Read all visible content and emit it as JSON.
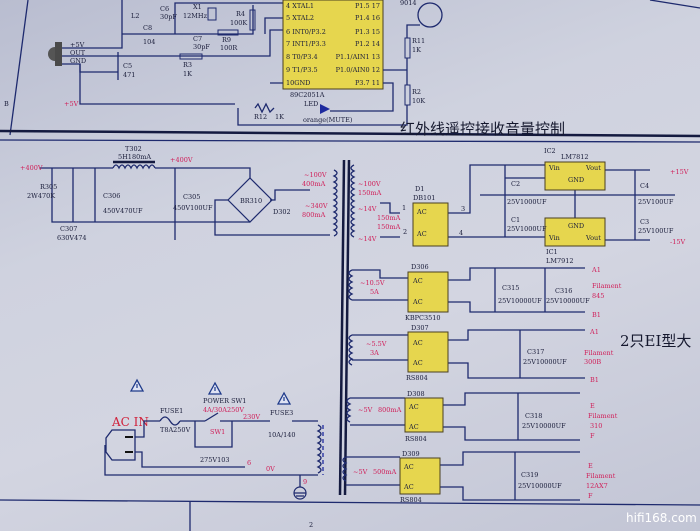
{
  "ir_section": {
    "title": "红外线遥控接收音量控制",
    "frame_letter": "B",
    "ir_pins": [
      "+5V",
      "OUT",
      "GND"
    ],
    "supply": "+5V",
    "components": {
      "l2": "L2",
      "c8": "C8",
      "c8_val": "104",
      "c6": "C6",
      "c6_val": "30pF",
      "x1": "X1",
      "x1_val": "12MHz",
      "c7": "C7",
      "c7_val": "30pF",
      "r9": "R9",
      "r9_val": "100R",
      "r4": "R4",
      "r4_val": "100K",
      "c5": "C5",
      "c5_val": "471",
      "r3": "R3",
      "r3_val": "1K",
      "r11": "R11",
      "r11_val": "1K",
      "r2": "R2",
      "r2_val": "10K",
      "r12": "R12",
      "r12_val": "1K",
      "transistor": "9014",
      "led": "LED",
      "led_note": "orange(MUTE)"
    },
    "chip": {
      "name": "89C2051A",
      "left_pins": [
        "4 XTAL1",
        "5 XTAL2",
        "6 INT0/P3.2",
        "7 INT1/P3.3",
        "8 T0/P3.4",
        "9 T1/P3.5",
        "10GND"
      ],
      "right_pins": [
        "P1.5 17",
        "P1.4 16",
        "P1.3 15",
        "P1.2 14",
        "P1.1/AIN1 13",
        "P1.0/AIN0 12",
        "P3.7 11"
      ]
    }
  },
  "hv_supply": {
    "out_label": "+400V",
    "node_label": "+400V",
    "choke": "T302",
    "choke_val": "5H180mA",
    "r305": "R305",
    "r305_val": "2W470K",
    "c306": "C306",
    "c306_val": "450V470UF",
    "c307": "C307",
    "c307_val": "630V474",
    "c305": "C305",
    "c305_val": "450V100UF",
    "bridge": "BR310",
    "diode": "D302",
    "sec1_v": "~100V",
    "sec1_i": "400mA",
    "sec2_v": "~340V",
    "sec2_i": "800mA"
  },
  "regulator": {
    "sec_v": "~100V",
    "sec_i": "150mA",
    "tap1": "~14V",
    "tap1_i": "150mA",
    "tap2_i": "150mA",
    "tap2": "~14V",
    "bridge": "D1",
    "bridge_part": "DB101",
    "ac": "AC",
    "ic2": "IC2",
    "ic2_part": "LM7812",
    "ic1": "IC1",
    "ic1_part": "LM7912",
    "vin": "Vin",
    "vout": "Vout",
    "gnd": "GND",
    "c2": "C2",
    "c2_val": "25V1000UF",
    "c1": "C1",
    "c1_val": "25V1000UF",
    "c4": "C4",
    "c4_val": "25V100UF",
    "c3": "C3",
    "c3_val": "25V100UF",
    "pos_out": "+15V",
    "neg_out": "-15V",
    "pins": [
      "1",
      "2",
      "3",
      "4"
    ]
  },
  "filaments": [
    {
      "bridge": "D306",
      "part": "KBPC3510",
      "volt": "~10.5V",
      "amp": "5A",
      "caps": [
        [
          "C315",
          "25V10000UF"
        ],
        [
          "C316",
          "25V10000UF"
        ]
      ],
      "out_top": "A1",
      "out_bot": "B1",
      "label": "Filament",
      "tube": "845"
    },
    {
      "bridge": "D307",
      "part": "RS804",
      "volt": "~5.5V",
      "amp": "3A",
      "caps": [
        [
          "C317",
          "25V10000UF"
        ]
      ],
      "out_top": "A1",
      "out_bot": "B1",
      "label": "Filament",
      "tube": "300B"
    },
    {
      "bridge": "D308",
      "part": "RS804",
      "volt": "~5V",
      "amp": "800mA",
      "caps": [
        [
          "C318",
          "25V10000UF"
        ]
      ],
      "out_top": "E",
      "out_bot": "F",
      "label": "Filament",
      "tube": "310"
    },
    {
      "bridge": "D309",
      "part": "RS804",
      "volt": "~5V",
      "amp": "500mA",
      "caps": [
        [
          "C319",
          "25V10000UF"
        ]
      ],
      "out_top": "E",
      "out_bot": "F",
      "label": "Filament",
      "tube": "12AX7"
    }
  ],
  "side_title": "2只EI型大",
  "ac_input": {
    "label": "AC IN",
    "fuse1": "FUSE1",
    "fuse1_val": "T8A250V",
    "switch": "POWER SW1",
    "switch_rating": "4A/30A250V",
    "switch_ref": "SW1",
    "cap": "275V103",
    "v230": "230V",
    "fuse3": "FUSE3",
    "fuse3_val": "10A/140",
    "tap6": "6",
    "v0": "0V",
    "tap9": "9"
  },
  "footer": {
    "page_num": "2",
    "watermark": "hifi168.com"
  }
}
